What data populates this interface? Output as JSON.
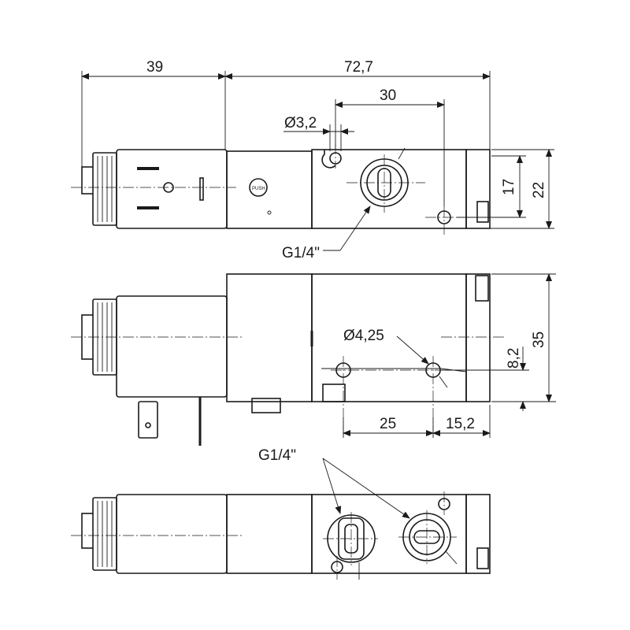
{
  "dimensions": {
    "coil_length": "39",
    "body_length": "72,7",
    "port_spacing_top": "30",
    "pin_hole_diameter": "Ø3,2",
    "height_17": "17",
    "height_22": "22",
    "port_thread_top": "G1/4\"",
    "mount_hole_diameter": "Ø4,25",
    "height_35": "35",
    "offset_8_2": "8,2",
    "hole_spacing": "25",
    "end_offset": "15,2",
    "port_thread_bottom": "G1/4\""
  },
  "symbols": {
    "push_button_text": "PUSH"
  }
}
